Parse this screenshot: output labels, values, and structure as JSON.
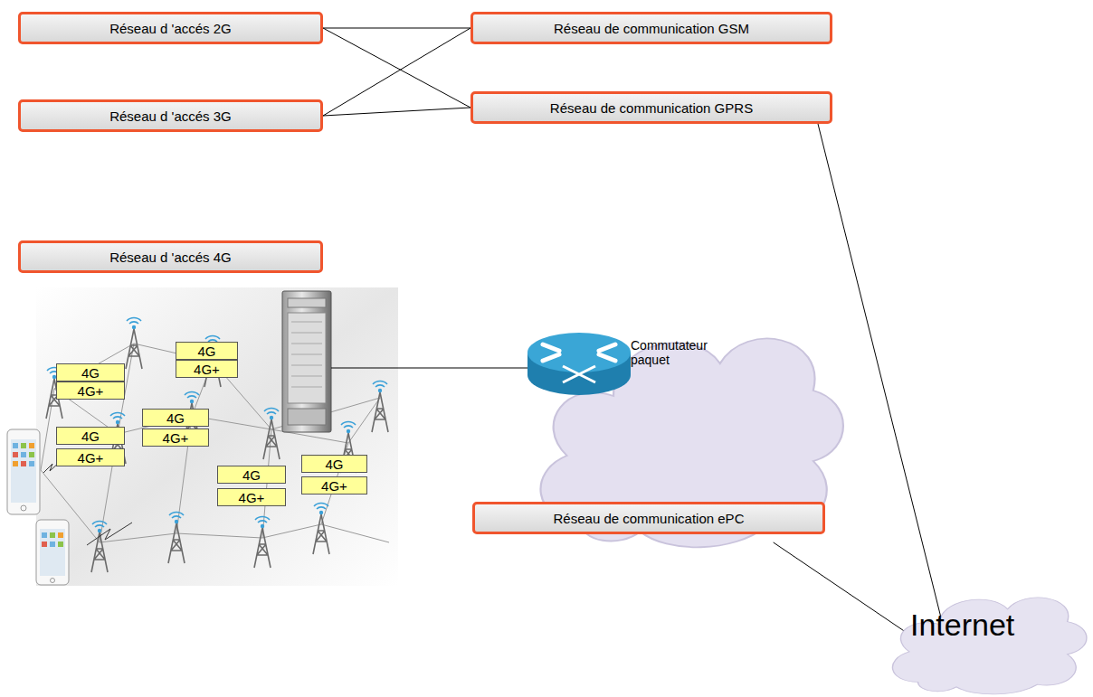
{
  "diagram": {
    "nodes": [
      {
        "text": [
          "Réseau d 'accés 2G"
        ]
      },
      {
        "text": [
          "Réseau de communication GSM"
        ]
      },
      {
        "text": [
          "Réseau d 'accés 3G"
        ]
      },
      {
        "text": [
          "Réseau de communication GPRS"
        ]
      },
      {
        "text": [
          "Réseau d 'accés 4G"
        ]
      },
      {
        "text": [
          "4G"
        ]
      },
      {
        "text": [
          "4G+"
        ]
      },
      {
        "text": [
          "4G"
        ]
      },
      {
        "text": [
          "4G+"
        ]
      },
      {
        "text": [
          "4G"
        ]
      },
      {
        "text": [
          "4G+"
        ]
      },
      {
        "text": [
          "4G"
        ]
      },
      {
        "text": [
          "4G+"
        ]
      },
      {
        "text": [
          "4G"
        ]
      },
      {
        "text": [
          "4G+"
        ]
      },
      {
        "text": [
          "4G"
        ]
      },
      {
        "text": [
          "4G+"
        ]
      },
      {
        "text": [
          "Commutateur paquet"
        ]
      },
      {
        "text": [
          "Réseau de communication ePC"
        ]
      },
      {
        "text": [
          "Internet"
        ]
      }
    ],
    "edges": [
      {
        "from": 0,
        "to": 1,
        "arrow": "none"
      },
      {
        "from": 0,
        "to": 3,
        "arrow": "none"
      },
      {
        "from": 2,
        "to": 1,
        "arrow": "none"
      },
      {
        "from": 2,
        "to": 3,
        "arrow": "none"
      },
      {
        "from": 3,
        "to": 19,
        "arrow": "none"
      },
      {
        "from": 17,
        "to": 19,
        "arrow": "none"
      }
    ]
  }
}
